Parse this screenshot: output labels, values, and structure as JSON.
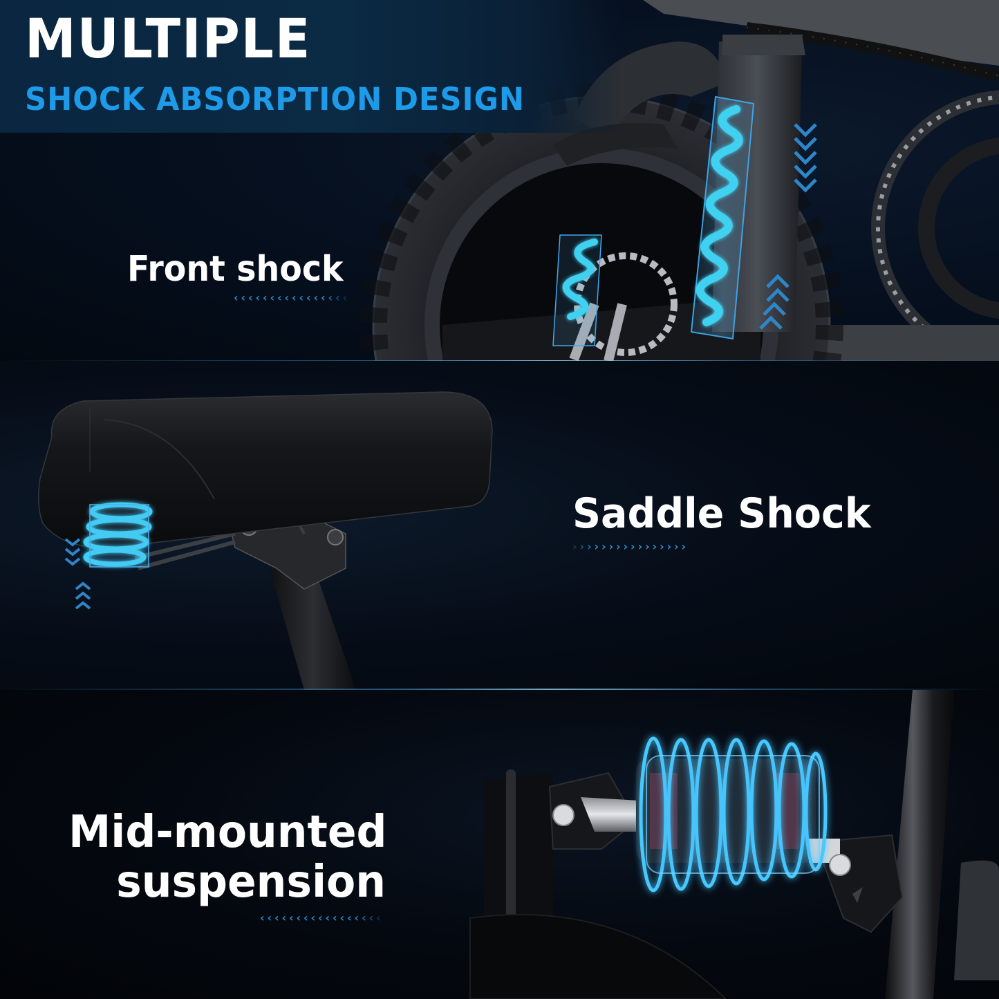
{
  "header": {
    "title": "MULTIPLE",
    "subtitle": "SHOCK ABSORPTION DESIGN"
  },
  "colors": {
    "title_white": "#ffffff",
    "accent_blue": "#1e9be8",
    "chevron_blue": "#2a8fd0",
    "spring_cyan": "#3fd0f0",
    "background_navy": "#061020",
    "header_band": "#0b2a44"
  },
  "features": [
    {
      "label": "Front shock",
      "chevron_direction": "left",
      "chevron_glyph": "‹",
      "chevron_count": 16,
      "illustration": "front-fork-spring"
    },
    {
      "label": "Saddle Shock",
      "chevron_direction": "right",
      "chevron_glyph": "›",
      "chevron_count": 16,
      "illustration": "saddle-spring"
    },
    {
      "label_line1": "Mid-mounted",
      "label_line2": "suspension",
      "chevron_direction": "left",
      "chevron_glyph": "‹",
      "chevron_count": 17,
      "illustration": "mid-frame-spring"
    }
  ]
}
